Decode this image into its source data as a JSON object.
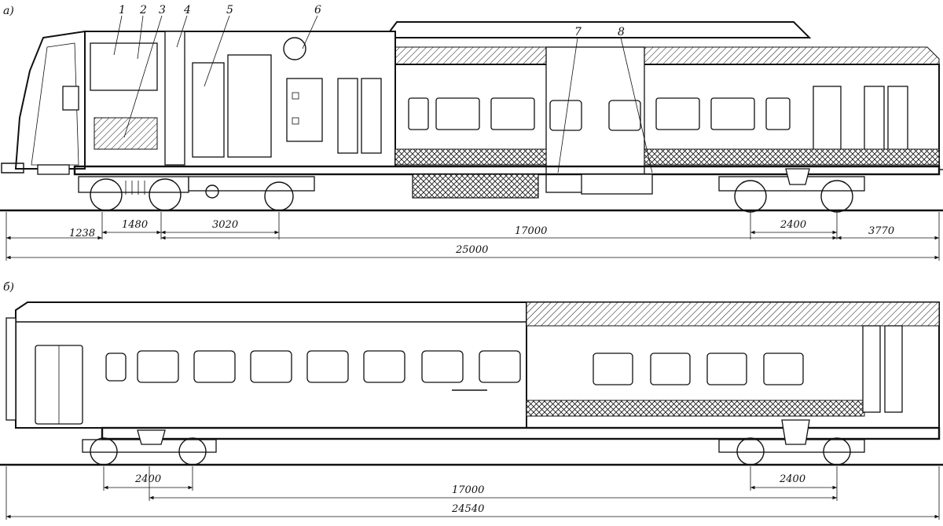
{
  "figure": {
    "sub_a": "а)",
    "sub_b": "б)"
  },
  "callouts": [
    "1",
    "2",
    "3",
    "4",
    "5",
    "6",
    "7",
    "8"
  ],
  "dims_a": {
    "d1238": "1238",
    "d1480": "1480",
    "d3020": "3020",
    "d17000": "17000",
    "d2400": "2400",
    "d3770": "3770",
    "d25000": "25000"
  },
  "dims_b": {
    "d2400_left": "2400",
    "d17000": "17000",
    "d2400_right": "2400",
    "d24540": "24540"
  }
}
